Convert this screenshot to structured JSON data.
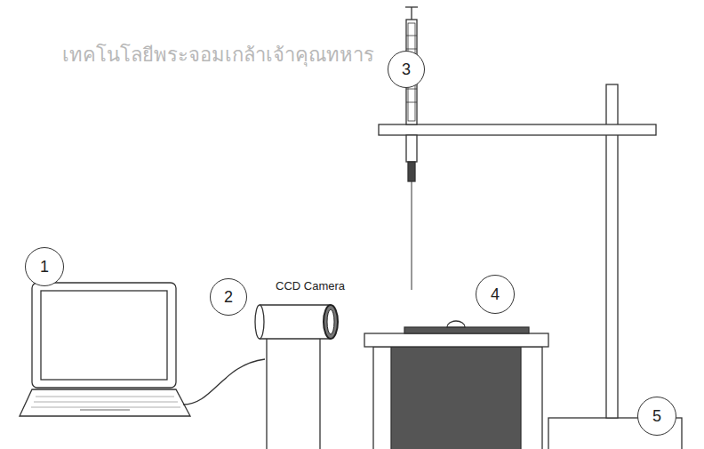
{
  "diagram": {
    "nodes": [
      {
        "text": [
          "1"
        ]
      },
      {
        "text": [
          "2"
        ]
      },
      {
        "text": [
          "3"
        ]
      },
      {
        "text": [
          "4"
        ]
      },
      {
        "text": [
          "5"
        ]
      }
    ],
    "labels": [
      "CCD Camera",
      "เทคโนโลยีพระจอมเกล้าเจ้าคุณทหาร"
    ]
  }
}
